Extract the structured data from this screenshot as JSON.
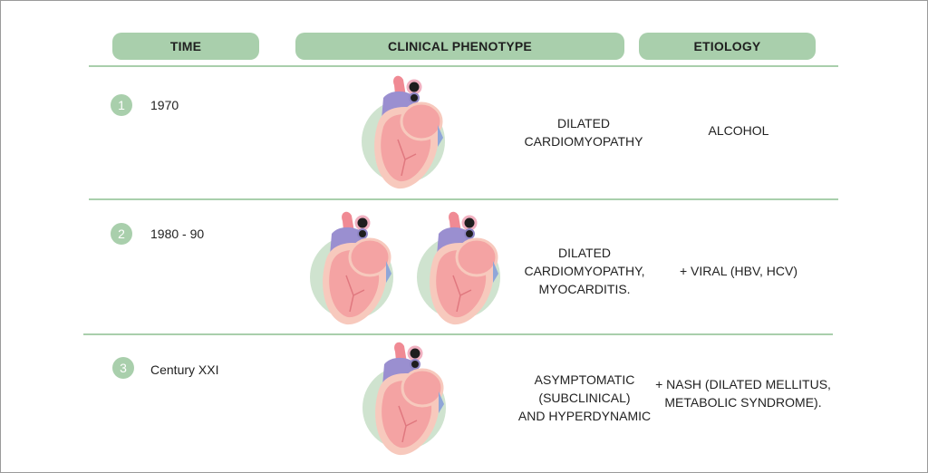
{
  "headers": {
    "time": "TIME",
    "phenotype": "CLINICAL PHENOTYPE",
    "etiology": "ETIOLOGY"
  },
  "colors": {
    "accent_green": "#a9cfac",
    "heart_body": "#f4a3a3",
    "heart_outline": "#f7c9bd",
    "vessel_purple": "#9a8fd0",
    "aorta_pink": "#f08a94"
  },
  "rows": [
    {
      "number": "1",
      "time": "1970",
      "phenotype_lines": [
        "DILATED",
        "CARDIOMYOPATHY"
      ],
      "etiology_lines": [
        "ALCOHOL"
      ],
      "heart_count": 1
    },
    {
      "number": "2",
      "time": "1980 - 90",
      "phenotype_lines": [
        "DILATED",
        "CARDIOMYOPATHY,",
        "MYOCARDITIS."
      ],
      "etiology_lines": [
        "+ VIRAL (HBV, HCV)"
      ],
      "heart_count": 2
    },
    {
      "number": "3",
      "time": "Century XXI",
      "phenotype_lines": [
        "ASYMPTOMATIC",
        "(SUBCLINICAL)",
        "AND HYPERDYNAMIC"
      ],
      "etiology_lines": [
        "+ NASH (DILATED MELLITUS,",
        "METABOLIC SYNDROME)."
      ],
      "heart_count": 1
    }
  ]
}
